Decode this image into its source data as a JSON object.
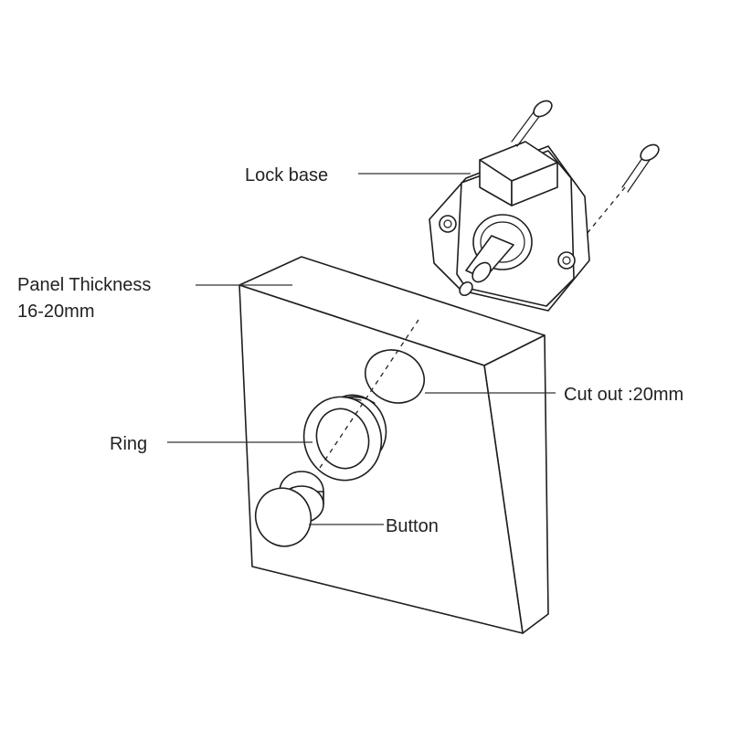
{
  "labels": {
    "lock_base": "Lock base",
    "panel_thickness_line1": "Panel Thickness",
    "panel_thickness_line2": "16-20mm",
    "cut_out": "Cut out :20mm",
    "ring": "Ring",
    "button": "Button"
  },
  "colors": {
    "stroke": "#1e1e1e",
    "background": "#ffffff"
  }
}
